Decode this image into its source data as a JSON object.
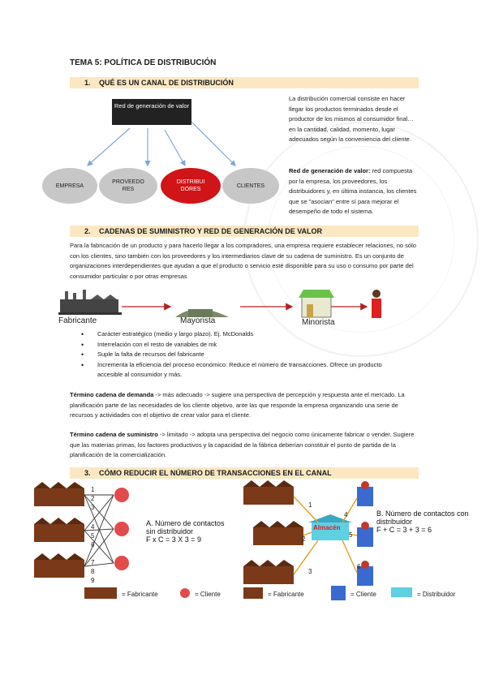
{
  "title": "TEMA 5: POLÍTICA DE DISTRIBUCIÓN",
  "sections": [
    {
      "num": "1.",
      "title": "QUÉ ES UN CANAL DE DISTRIBUCIÓN"
    },
    {
      "num": "2.",
      "title": "CADENAS DE SUMINISTRO Y RED DE GENERACIÓN DE VALOR"
    },
    {
      "num": "3.",
      "title": "CÓMO REDUCIR EL NÚMERO DE TRANSACCIONES EN EL CANAL"
    }
  ],
  "diagram1": {
    "box_label": "Red de generación de valor",
    "nodes": [
      "EMPRESA",
      "PROVEEDO RES",
      "DISTRIBUI DORES",
      "CLIENTES"
    ]
  },
  "s1": {
    "para1": "La distribución comercial consiste en hacer llegar los productos terminados desde el productor de los mismos al consumidor final… en la cantidad, calidad, momento, lugar adecuados según la conveniencia del cliente.",
    "para2_bold": "Red de generación de valor:",
    "para2": " red compuesta por la empresa, los proveedores, los distribuidores y, en última instancia, los clientes que se \"asocian\" entre sí para mejorar el desempeño de todo el sistema."
  },
  "s2": {
    "intro": "Para la fabricación de un producto y para hacerlo llegar a los compradores, una empresa requiere establecer relaciones, no sólo con los clientes, sino también con los proveedores y los intermediarios clave de su cadena de suministro. Es un conjunto de organizaciones interdependientes que ayudan a que el producto o servicio esté disponible para su uso o consumo por parte del consumidor particular o por otras empresas",
    "chain": [
      "Fabricante",
      "Mayorista",
      "Minorista"
    ],
    "bullets": [
      "Carácter estratégico (medio y largo plazo). Ej. McDonalds",
      "Interrelación con el resto de variables de mk",
      "Suple la falta de recursos del fabricante",
      "Incrementa la eficiencia del proceso económico: Reduce el número de transacciones. Ofrece un producto accesible al consumidor y más."
    ],
    "demand_bold": "Término cadena de demanda",
    "demand": " -> más adecuado -> sugiere una perspectiva de percepción y respuesta ante el mercado. La planificación parte de las necesidades de los cliente objetivo, ante las que responde la empresa organizando una serie de recursos y actividades con el objetivo de crear valor para el cliente.",
    "supply_bold": "Término cadena de suministro",
    "supply": " -> limitado -> adopta una perspectiva del negocio como únicamente fabricar o vender. Sugiere que las materias primas, los factores productivos y la capacidad de la fábrica deberían constituir el punto de partida de la planificación de la comercialización."
  },
  "s3": {
    "a_title": "A. Número de contactos sin distribuidor",
    "a_formula": "F x C = 3 X 3 = 9",
    "b_title": "B. Número de contactos con distribuidor",
    "b_formula": "F + C = 3 + 3 = 6",
    "almacen": "Almacén",
    "a_numbers": [
      "1",
      "2",
      "3",
      "4",
      "5",
      "6",
      "7",
      "8",
      "9"
    ],
    "b_numbers": [
      "1",
      "2",
      "3",
      "4",
      "5",
      "6"
    ],
    "legend": [
      "= Fabricante",
      "= Cliente",
      "= Fabricante",
      "= Cliente",
      "= Distribuidor"
    ]
  },
  "colors": {
    "section_bg": "#fbe8c2",
    "arrow_blue": "#7ea6d8",
    "distrib_red": "#d01418",
    "chain_arrow": "#b22222"
  }
}
